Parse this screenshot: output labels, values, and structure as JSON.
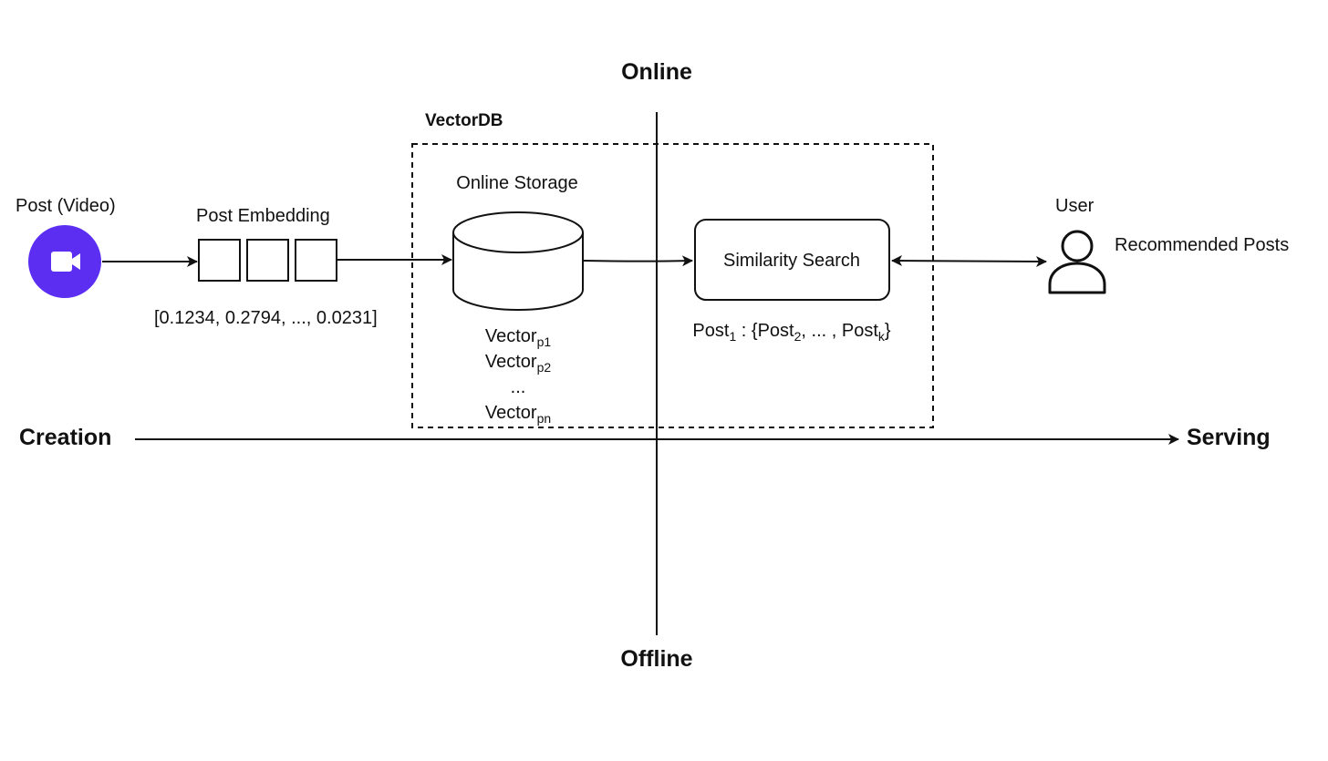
{
  "labels": {
    "online": "Online",
    "offline": "Offline",
    "creation": "Creation",
    "serving": "Serving",
    "vectordb": "VectorDB",
    "online_storage": "Online Storage",
    "post_video": "Post (Video)",
    "post_embedding": "Post Embedding",
    "embedding_values": "[0.1234, 0.2794, ..., 0.0231]",
    "similarity_search": "Similarity Search",
    "user": "User",
    "recommended_posts": "Recommended Posts"
  },
  "vectors": [
    {
      "base": "Vector",
      "sub": "p1"
    },
    {
      "base": "Vector",
      "sub": "p2"
    },
    {
      "base": "...",
      "sub": ""
    },
    {
      "base": "Vector",
      "sub": "pn"
    }
  ],
  "post_formula": {
    "first_base": "Post",
    "first_sub": "1",
    "separator": " : {",
    "second_base": "Post",
    "second_sub": "2",
    "middle": ", ... , ",
    "last_base": "Post",
    "last_sub": "k",
    "close": "}"
  },
  "colors": {
    "video_icon_bg": "#5B2EF1",
    "line": "#111111"
  },
  "icons": {
    "video": "video-camera-icon",
    "user": "user-icon"
  }
}
